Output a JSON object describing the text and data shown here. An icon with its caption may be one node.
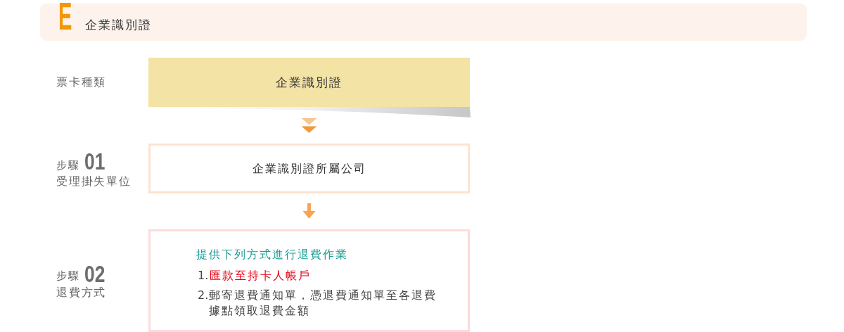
{
  "diagram": {
    "title": "企業識別證",
    "nodes": [
      {
        "text": [
          "企業識別證"
        ],
        "beside": [
          "票卡種類"
        ]
      },
      {
        "text": [
          "企業識別證所屬公司"
        ],
        "beside": [
          "步驟",
          "01",
          "受理掛失單位"
        ]
      },
      {
        "text": [
          "提供下列方式進行退費作業",
          "1.",
          "匯款至持卡人帳戶",
          "2.",
          "郵寄退費通知單，憑退費通知單至各退費據點領取退費金額"
        ],
        "beside": [
          "步驟",
          "02",
          "退費方式"
        ]
      }
    ],
    "edges": [
      {
        "from": 0,
        "to": 1,
        "arrow": "to"
      },
      {
        "from": 1,
        "to": 2,
        "arrow": "to"
      }
    ],
    "labels": [
      "E"
    ]
  }
}
